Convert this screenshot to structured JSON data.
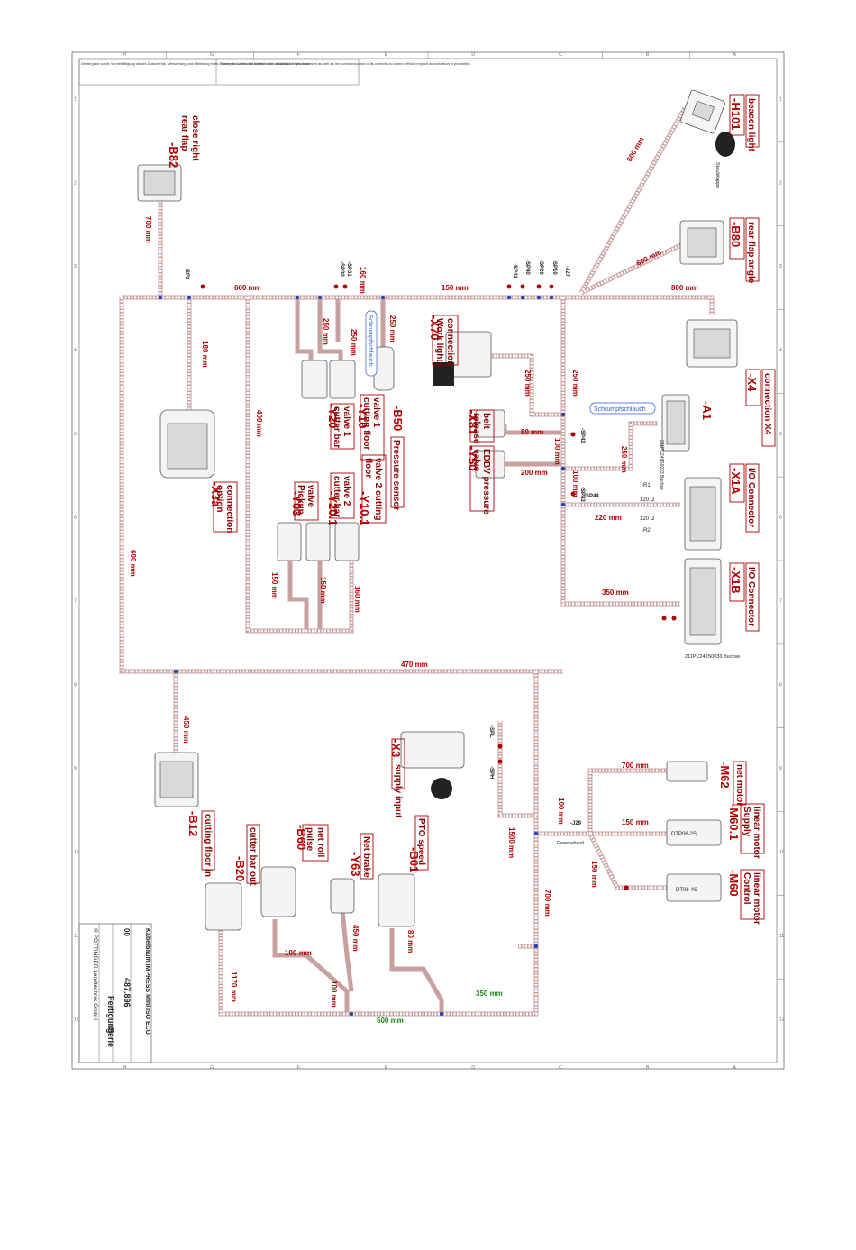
{
  "title_block": {
    "title": "Kabelbaum IMPRESS Mini ISO ECU",
    "number": "487.896",
    "index": "00",
    "status": "Fertigung",
    "series": "Serie",
    "company": "© PÖTTINGER Landtechnik GmbH"
  },
  "notes": {
    "left": "Weitergabe sowie Vervielfältigung dieses Dokuments, Verwertung und Mitteilung ihres Inhalts sind verboten, soweit nicht ausdrücklich gestattet.",
    "right": "The reproduction, distribution and utilization of this document as well as the communication of its contents to others without explicit authorization is prohibited."
  },
  "components": {
    "h101": {
      "id": "-H101",
      "desc": "beacon light",
      "extra": "Staubkappe"
    },
    "b80": {
      "id": "-B80",
      "desc": "rear flap angle"
    },
    "b82": {
      "id": "-B82",
      "desc1": "rear flap",
      "desc2": "close right"
    },
    "x4": {
      "id": "-X4",
      "desc1": "connection X4"
    },
    "a1": {
      "id": "-A1",
      "part": "211PC249S0033 Buchse"
    },
    "x1a": {
      "id": "-X1A",
      "desc": "I/O Connector"
    },
    "x1b": {
      "id": "-X1B",
      "desc": "I/O Connector",
      "part": "211PC249S0033 Buchse"
    },
    "x70": {
      "id": "-X70",
      "desc1": "connection",
      "desc2": "Work light"
    },
    "x81": {
      "id": "-X81",
      "desc1": "belt",
      "desc2": "release"
    },
    "y50": {
      "id": "-Y50",
      "desc1": "EDBV pressure",
      "desc2": "valve"
    },
    "b50": {
      "id": "-B50",
      "desc": "Pressure sensor"
    },
    "y10": {
      "id": "-Y10",
      "desc1": "valve 1",
      "desc2": "cutting floor"
    },
    "y20": {
      "id": "-Y20",
      "desc1": "valve 1",
      "desc2": "cutter bar"
    },
    "y10_1": {
      "id": "-Y10.1",
      "desc1": "valve 2 cutting",
      "desc2": "floor"
    },
    "y20_1": {
      "id": "-Y20.1",
      "desc1": "valve 2",
      "desc2": "cutter bar"
    },
    "y03": {
      "id": "-Y03",
      "desc1": "valve",
      "desc2": "Pickup"
    },
    "x3a": {
      "id": "-X3a",
      "desc1": "connection",
      "desc2": "option"
    },
    "x3": {
      "id": "-X3",
      "desc": "supply input"
    },
    "b12": {
      "id": "-B12",
      "desc": "cutting floor in"
    },
    "m62": {
      "id": "-M62",
      "desc": "net motor"
    },
    "m60_1": {
      "id": "-M60.1",
      "desc1": "linear motor",
      "desc2": "Supply",
      "part": "DTP06-2S"
    },
    "m60": {
      "id": "-M60",
      "desc1": "linear motor",
      "desc2": "Control",
      "part": "DT06-4S"
    },
    "b20": {
      "id": "-B20",
      "desc": "cutter bar out"
    },
    "b60": {
      "id": "-B60",
      "desc1": "net roll",
      "desc2": "pulse"
    },
    "y63": {
      "id": "-Y63",
      "desc": "Net brake"
    },
    "b01": {
      "id": "-B01",
      "desc": "PTO speed"
    }
  },
  "splices": {
    "sp10": "-SP10",
    "sp20": "-SP20",
    "sp40": "-SP40",
    "sp41": "-SP41",
    "sp30": "-SP30",
    "sp31": "-SP31",
    "sp42": "-SP42",
    "sp43": "-SP43",
    "sp44": "-SP44",
    "spl": "-SPL",
    "sph": "-SPH",
    "sp2": "-SP2",
    "j27": "-J27",
    "j29": "-J29",
    "r1": "-R1",
    "r2": "-R2",
    "ohm1": "120 Ω",
    "ohm2": "120 Ω",
    "gewebe": "Gewebeband",
    "shrink": "Schrumpfschlauch"
  },
  "lengths": {
    "l600a": "600 mm",
    "l150a": "150 mm",
    "l800": "800 mm",
    "l160a": "160 mm",
    "l600h": "600 mm",
    "l600b82": "700 mm",
    "l180": "180 mm",
    "l400": "400 mm",
    "l600v": "600 mm",
    "l250a": "250 mm",
    "l250b": "250 mm",
    "l250c": "250 mm",
    "l250d": "250 mm",
    "l250e": "250 mm",
    "l80": "80 mm",
    "l100a": "100 mm",
    "l200": "200 mm",
    "l100b": "100 mm",
    "l220": "220 mm",
    "l350": "350 mm",
    "l150b": "150 mm",
    "l150c": "150 mm",
    "l160b": "160 mm",
    "l470": "470 mm",
    "l450a": "450 mm",
    "l1500": "1500 mm",
    "l700a": "700 mm",
    "l700b": "700 mm",
    "l100c": "100 mm",
    "l150d": "150 mm",
    "l150e": "150 mm",
    "l450b": "450 mm",
    "l80b": "80 mm",
    "l100d": "100 mm",
    "l100e": "100 mm",
    "l1170": "1170 mm",
    "l350g": "350 mm",
    "l500g": "500 mm",
    "l600h101": "600 mm",
    "l600b80": "600 mm"
  },
  "grid": {
    "rows": [
      "H",
      "G",
      "F",
      "E",
      "D",
      "C",
      "B",
      "A"
    ],
    "cols": [
      "1",
      "2",
      "3",
      "4",
      "5",
      "6",
      "7",
      "8",
      "9",
      "10",
      "11",
      "12"
    ]
  }
}
